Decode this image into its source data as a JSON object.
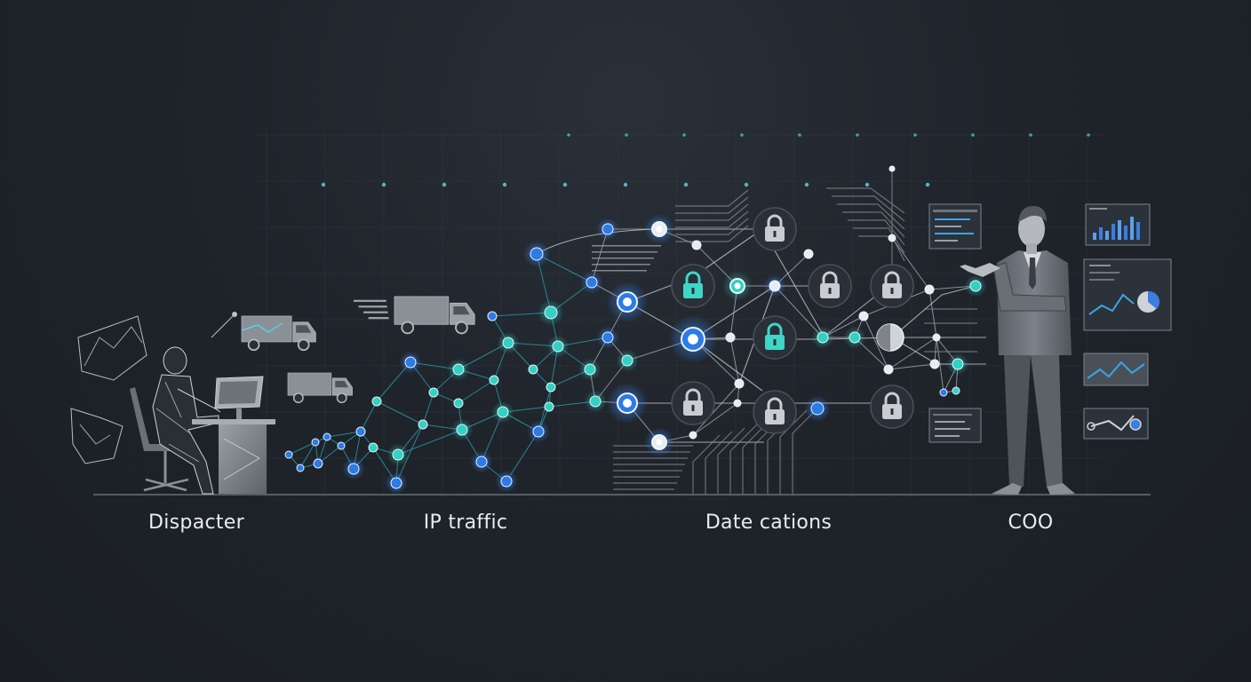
{
  "labels": {
    "dispatcher": "Dispacter",
    "ip_traffic": "IP traffic",
    "data_cations": "Date cations",
    "coo": "COO"
  },
  "colors": {
    "background": "#1f242b",
    "node_blue": "#2b7be8",
    "node_teal": "#31d1c5",
    "line_teal": "#2aa6b8",
    "lock_gray": "#c9ccd0",
    "lock_teal": "#3fd6c8",
    "grid_dot": "#5ad0e0",
    "figure_gray": "#8a8f96",
    "label_text": "#e8ecf0"
  },
  "icons": [
    "truck-icon",
    "lock-icon",
    "person-icon",
    "monitor-icon",
    "chart-panel-icon",
    "desk-icon"
  ],
  "lock_count": 8
}
